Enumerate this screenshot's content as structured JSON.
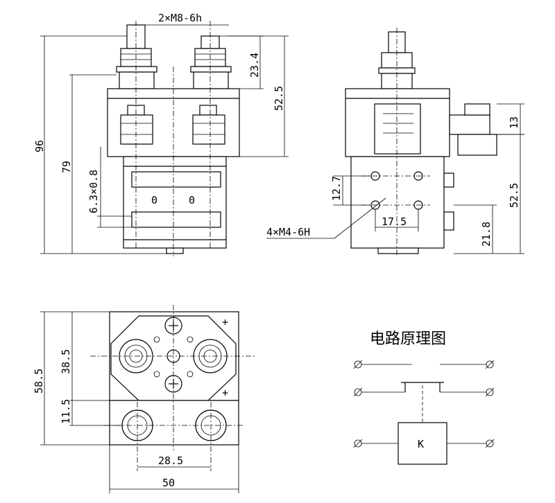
{
  "drawing": {
    "front_view": {
      "thread_callout": "2×M8-6h",
      "dim_top_terminal": "23.4",
      "dim_body_height": "52.5",
      "dim_overall_height": "96",
      "dim_mount_height": "79",
      "dim_tab": "6.3×0.8",
      "coil_mark_1": "0",
      "coil_mark_2": "0"
    },
    "side_view": {
      "dim_side_terminal": "13",
      "dim_hole_spacing_v": "12.7",
      "dim_hole_spacing_h": "17.5",
      "hole_callout": "4×M4-6H",
      "dim_base_offset": "21.8",
      "dim_side_height": "52.5"
    },
    "top_view": {
      "dim_depth": "58.5",
      "dim_terminal_offset": "38.5",
      "dim_aux_offset": "11.5",
      "dim_aux_spacing": "28.5",
      "dim_width": "50",
      "plus_mark_1": "+",
      "plus_mark_2": "+"
    },
    "schematic": {
      "title": "电路原理图",
      "coil_label": "K"
    }
  }
}
